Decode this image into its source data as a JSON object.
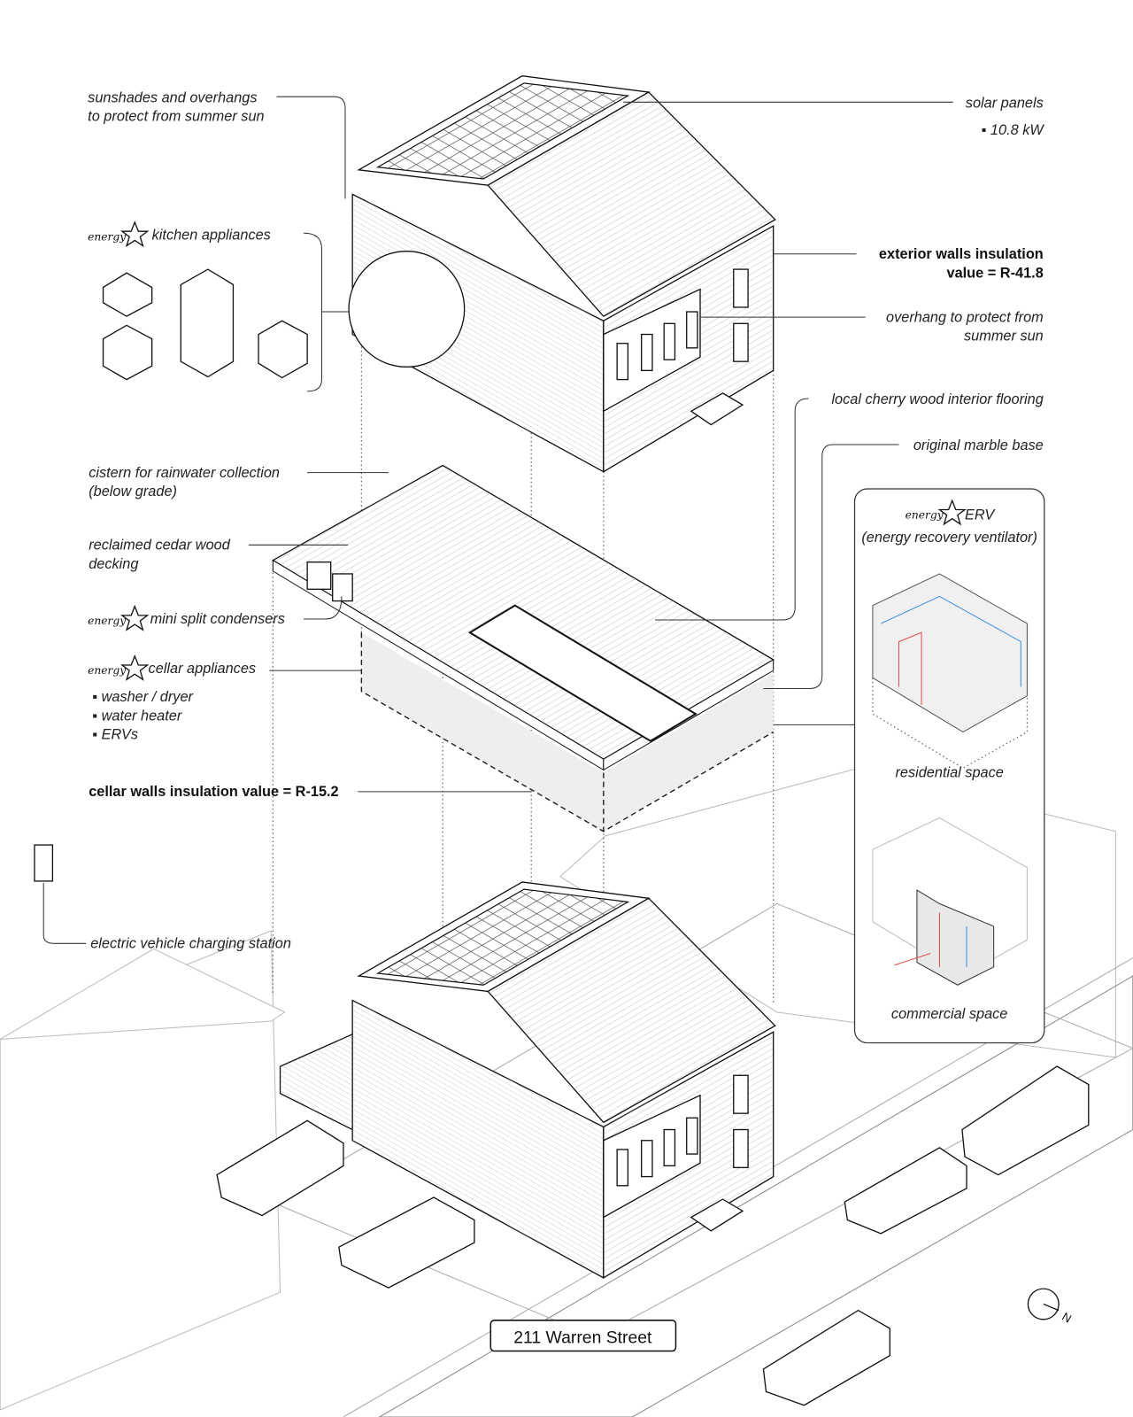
{
  "labels": {
    "sunshades": [
      "sunshades and overhangs",
      "to protect from summer sun"
    ],
    "solar_panels": "solar panels",
    "solar_kw": "▪ 10.8 kW",
    "kitchen_appliances": "kitchen appliances",
    "exterior_walls": [
      "exterior walls insulation",
      "value = R-41.8"
    ],
    "overhang": [
      "overhang to protect from",
      "summer sun"
    ],
    "flooring": "local cherry wood interior flooring",
    "marble": "original marble base",
    "cistern": [
      "cistern for rainwater collection",
      "(below grade)"
    ],
    "decking": [
      "reclaimed cedar wood",
      "decking"
    ],
    "mini_split": "mini split condensers",
    "cellar_appliances": "cellar appliances",
    "cellar_items": [
      "▪ washer / dryer",
      "▪ water heater",
      "▪ ERVs"
    ],
    "cellar_walls": "cellar walls insulation value = R-15.2",
    "ev_station": "electric vehicle charging station",
    "address": "211 Warren Street",
    "north": "N"
  },
  "erv_panel": {
    "title": "ERV",
    "subtitle": "(energy recovery ventilator)",
    "residential": "residential space",
    "commercial": "commercial space"
  },
  "logo_text": "energy",
  "colors": {
    "supply": "#3a8fe0",
    "exhaust": "#e04a4a"
  }
}
